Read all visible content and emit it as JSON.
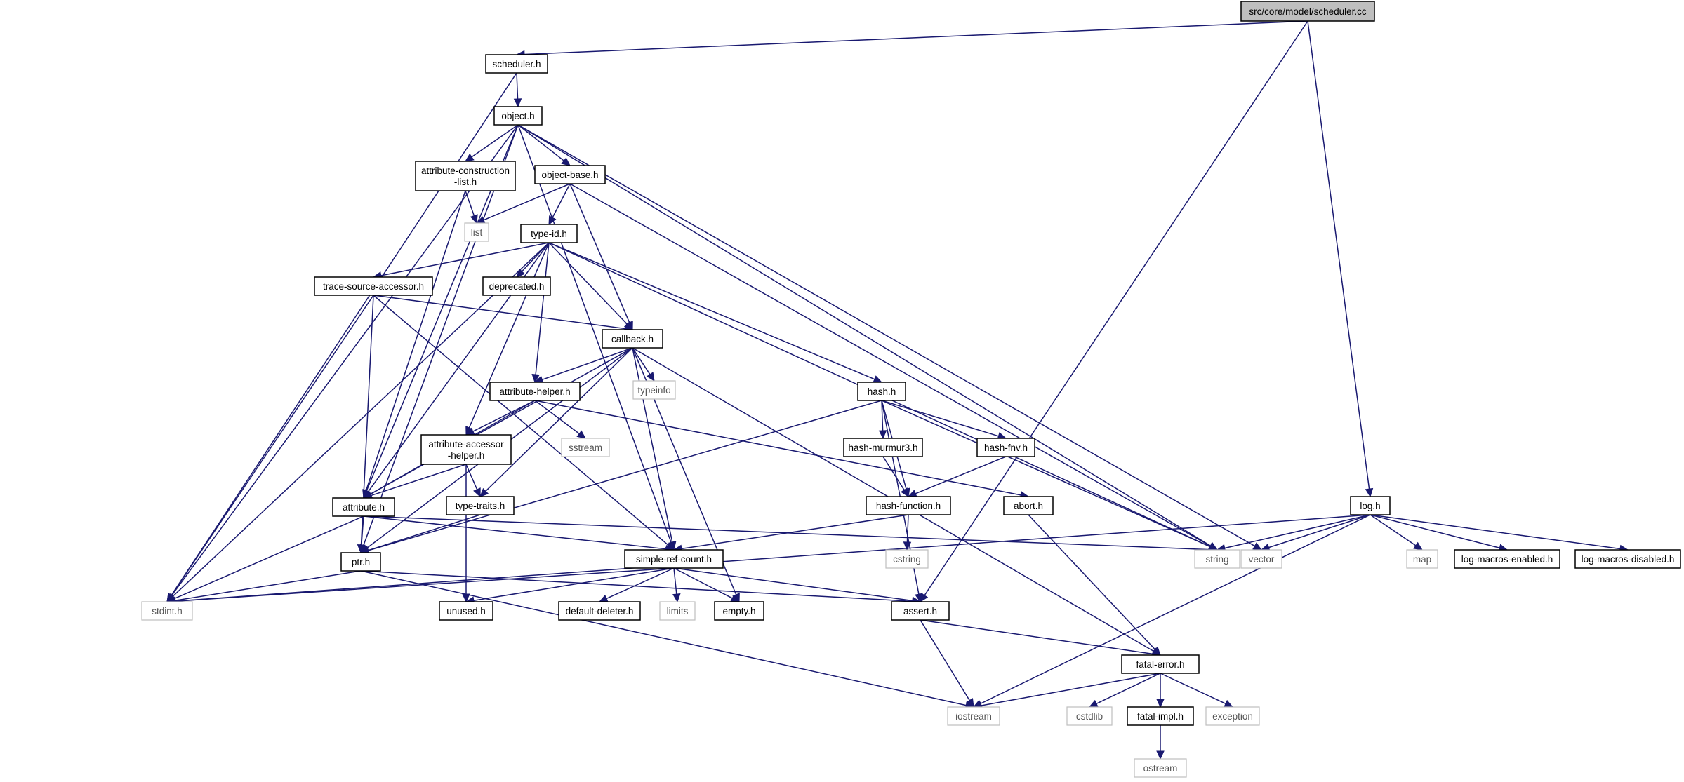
{
  "diagram": {
    "nodes": {
      "scheduler_cc": {
        "label": "src/core/model/scheduler.cc",
        "kind": "root"
      },
      "scheduler_h": {
        "label": "scheduler.h",
        "kind": "internal"
      },
      "object_h": {
        "label": "object.h",
        "kind": "internal"
      },
      "attribute_construction_list_h": {
        "label": [
          "attribute-construction",
          "-list.h"
        ],
        "kind": "internal"
      },
      "object_base_h": {
        "label": "object-base.h",
        "kind": "internal"
      },
      "list": {
        "label": "list",
        "kind": "external"
      },
      "type_id_h": {
        "label": "type-id.h",
        "kind": "internal"
      },
      "trace_source_accessor_h": {
        "label": "trace-source-accessor.h",
        "kind": "internal"
      },
      "deprecated_h": {
        "label": "deprecated.h",
        "kind": "internal"
      },
      "callback_h": {
        "label": "callback.h",
        "kind": "internal"
      },
      "typeinfo": {
        "label": "typeinfo",
        "kind": "external"
      },
      "attribute_helper_h": {
        "label": "attribute-helper.h",
        "kind": "internal"
      },
      "sstream": {
        "label": "sstream",
        "kind": "external"
      },
      "attribute_accessor_helper_h": {
        "label": [
          "attribute-accessor",
          "-helper.h"
        ],
        "kind": "internal"
      },
      "type_traits_h": {
        "label": "type-traits.h",
        "kind": "internal"
      },
      "attribute_h": {
        "label": "attribute.h",
        "kind": "internal"
      },
      "ptr_h": {
        "label": "ptr.h",
        "kind": "internal"
      },
      "hash_h": {
        "label": "hash.h",
        "kind": "internal"
      },
      "hash_murmur3_h": {
        "label": "hash-murmur3.h",
        "kind": "internal"
      },
      "hash_fnv_h": {
        "label": "hash-fnv.h",
        "kind": "internal"
      },
      "hash_function_h": {
        "label": "hash-function.h",
        "kind": "internal"
      },
      "abort_h": {
        "label": "abort.h",
        "kind": "internal"
      },
      "cstring": {
        "label": "cstring",
        "kind": "external"
      },
      "simple_ref_count_h": {
        "label": "simple-ref-count.h",
        "kind": "internal"
      },
      "stdint_h": {
        "label": "stdint.h",
        "kind": "external"
      },
      "unused_h": {
        "label": "unused.h",
        "kind": "internal"
      },
      "default_deleter_h": {
        "label": "default-deleter.h",
        "kind": "internal"
      },
      "limits": {
        "label": "limits",
        "kind": "external"
      },
      "empty_h": {
        "label": "empty.h",
        "kind": "internal"
      },
      "assert_h": {
        "label": "assert.h",
        "kind": "internal"
      },
      "fatal_error_h": {
        "label": "fatal-error.h",
        "kind": "internal"
      },
      "cstdlib": {
        "label": "cstdlib",
        "kind": "external"
      },
      "fatal_impl_h": {
        "label": "fatal-impl.h",
        "kind": "internal"
      },
      "exception": {
        "label": "exception",
        "kind": "external"
      },
      "iostream": {
        "label": "iostream",
        "kind": "external"
      },
      "ostream": {
        "label": "ostream",
        "kind": "external"
      },
      "string": {
        "label": "string",
        "kind": "external"
      },
      "vector": {
        "label": "vector",
        "kind": "external"
      },
      "log_h": {
        "label": "log.h",
        "kind": "internal"
      },
      "map": {
        "label": "map",
        "kind": "external"
      },
      "log_macros_enabled_h": {
        "label": "log-macros-enabled.h",
        "kind": "internal"
      },
      "log_macros_disabled_h": {
        "label": "log-macros-disabled.h",
        "kind": "internal"
      }
    },
    "edges": [
      [
        "scheduler_cc",
        "scheduler_h"
      ],
      [
        "scheduler_cc",
        "assert_h"
      ],
      [
        "scheduler_cc",
        "log_h"
      ],
      [
        "scheduler_h",
        "stdint_h"
      ],
      [
        "scheduler_h",
        "object_h"
      ],
      [
        "object_h",
        "stdint_h"
      ],
      [
        "object_h",
        "ptr_h"
      ],
      [
        "object_h",
        "attribute_h"
      ],
      [
        "object_h",
        "attribute_construction_list_h"
      ],
      [
        "object_h",
        "object_base_h"
      ],
      [
        "object_h",
        "simple_ref_count_h"
      ],
      [
        "object_h",
        "string"
      ],
      [
        "object_h",
        "vector"
      ],
      [
        "attribute_construction_list_h",
        "list"
      ],
      [
        "attribute_construction_list_h",
        "attribute_h"
      ],
      [
        "object_base_h",
        "list"
      ],
      [
        "object_base_h",
        "type_id_h"
      ],
      [
        "object_base_h",
        "callback_h"
      ],
      [
        "object_base_h",
        "string"
      ],
      [
        "type_id_h",
        "stdint_h"
      ],
      [
        "type_id_h",
        "attribute_h"
      ],
      [
        "type_id_h",
        "trace_source_accessor_h"
      ],
      [
        "type_id_h",
        "attribute_accessor_helper_h"
      ],
      [
        "type_id_h",
        "deprecated_h"
      ],
      [
        "type_id_h",
        "callback_h"
      ],
      [
        "type_id_h",
        "attribute_helper_h"
      ],
      [
        "type_id_h",
        "hash_h"
      ],
      [
        "type_id_h",
        "string"
      ],
      [
        "trace_source_accessor_h",
        "callback_h"
      ],
      [
        "trace_source_accessor_h",
        "stdint_h"
      ],
      [
        "trace_source_accessor_h",
        "ptr_h"
      ],
      [
        "trace_source_accessor_h",
        "simple_ref_count_h"
      ],
      [
        "callback_h",
        "ptr_h"
      ],
      [
        "callback_h",
        "attribute_h"
      ],
      [
        "callback_h",
        "attribute_helper_h"
      ],
      [
        "callback_h",
        "type_traits_h"
      ],
      [
        "callback_h",
        "typeinfo"
      ],
      [
        "callback_h",
        "simple_ref_count_h"
      ],
      [
        "callback_h",
        "empty_h"
      ],
      [
        "callback_h",
        "fatal_error_h"
      ],
      [
        "attribute_helper_h",
        "attribute_h"
      ],
      [
        "attribute_helper_h",
        "attribute_accessor_helper_h"
      ],
      [
        "attribute_helper_h",
        "sstream"
      ],
      [
        "attribute_helper_h",
        "abort_h"
      ],
      [
        "attribute_accessor_helper_h",
        "attribute_h"
      ],
      [
        "attribute_accessor_helper_h",
        "type_traits_h"
      ],
      [
        "attribute_accessor_helper_h",
        "unused_h"
      ],
      [
        "type_traits_h",
        "ptr_h"
      ],
      [
        "attribute_h",
        "ptr_h"
      ],
      [
        "attribute_h",
        "stdint_h"
      ],
      [
        "attribute_h",
        "simple_ref_count_h"
      ],
      [
        "attribute_h",
        "string"
      ],
      [
        "ptr_h",
        "stdint_h"
      ],
      [
        "ptr_h",
        "assert_h"
      ],
      [
        "ptr_h",
        "iostream"
      ],
      [
        "hash_h",
        "ptr_h"
      ],
      [
        "hash_h",
        "assert_h"
      ],
      [
        "hash_h",
        "hash_murmur3_h"
      ],
      [
        "hash_h",
        "hash_fnv_h"
      ],
      [
        "hash_h",
        "hash_function_h"
      ],
      [
        "hash_h",
        "string"
      ],
      [
        "hash_murmur3_h",
        "hash_function_h"
      ],
      [
        "hash_fnv_h",
        "hash_function_h"
      ],
      [
        "hash_function_h",
        "cstring"
      ],
      [
        "hash_function_h",
        "simple_ref_count_h"
      ],
      [
        "abort_h",
        "fatal_error_h"
      ],
      [
        "simple_ref_count_h",
        "stdint_h"
      ],
      [
        "simple_ref_count_h",
        "unused_h"
      ],
      [
        "simple_ref_count_h",
        "default_deleter_h"
      ],
      [
        "simple_ref_count_h",
        "limits"
      ],
      [
        "simple_ref_count_h",
        "empty_h"
      ],
      [
        "simple_ref_count_h",
        "assert_h"
      ],
      [
        "assert_h",
        "iostream"
      ],
      [
        "assert_h",
        "fatal_error_h"
      ],
      [
        "fatal_error_h",
        "iostream"
      ],
      [
        "fatal_error_h",
        "cstdlib"
      ],
      [
        "fatal_error_h",
        "fatal_impl_h"
      ],
      [
        "fatal_error_h",
        "exception"
      ],
      [
        "fatal_impl_h",
        "ostream"
      ],
      [
        "log_h",
        "string"
      ],
      [
        "log_h",
        "vector"
      ],
      [
        "log_h",
        "map"
      ],
      [
        "log_h",
        "log_macros_enabled_h"
      ],
      [
        "log_h",
        "log_macros_disabled_h"
      ],
      [
        "log_h",
        "stdint_h"
      ],
      [
        "log_h",
        "iostream"
      ]
    ]
  }
}
